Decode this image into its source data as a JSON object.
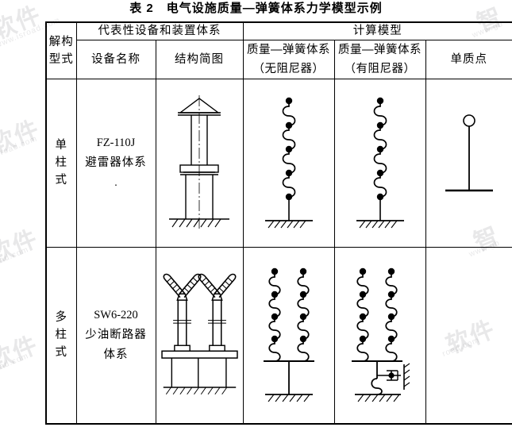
{
  "document": {
    "title": "表 2　电气设施质量—弹簧体系力学模型示例",
    "table_label": "表 2",
    "table_caption": "电气设施质量—弹簧体系力学模型示例"
  },
  "watermarks": [
    {
      "text": "软件",
      "url": "www.isroad.com"
    },
    {
      "text": "智",
      "url": "www.gb"
    },
    {
      "text": "软件",
      "url": "isroad.com"
    },
    {
      "text": "软件",
      "url": "road.com"
    },
    {
      "text": "智",
      "url": "www.gb"
    }
  ],
  "table": {
    "header": {
      "group_left_label": "解构型式",
      "group_left_lines": [
        "解构",
        "型式"
      ],
      "group_left_chars": [
        "解",
        "构",
        "型",
        "式"
      ],
      "group_equipment": "代表性设备和装置体系",
      "group_model": "计算模型",
      "col_equipment_name": "设备名称",
      "col_structure_diagram": "结构简图",
      "col_spring_no_damper_line1": "质量—弹簧体系",
      "col_spring_no_damper_line2": "（无阻尼器）",
      "col_spring_with_damper_line1": "质量—弹簧体系",
      "col_spring_with_damper_line2": "（有阻尼器）",
      "col_single_mass": "单质点"
    },
    "rows": [
      {
        "type_chars": [
          "单",
          "柱",
          "式"
        ],
        "type_label": "单柱式",
        "equipment_code": "FZ-110J",
        "equipment_name_cn": "避雷器体系",
        "equipment_trailing_dot": ".",
        "structure_diagram": "single-column-arrester-diagram",
        "spring_no_damper": "single-chain-4-springs-5-masses",
        "spring_with_damper": "single-chain-4-springs-5-masses",
        "single_mass": "single-mass-point-on-post"
      },
      {
        "type_chars": [
          "多",
          "柱",
          "式"
        ],
        "type_label": "多柱式",
        "equipment_code": "SW6-220",
        "equipment_name_cn_line1": "少油断路器",
        "equipment_name_cn_line2": "体系",
        "structure_diagram": "multi-column-breaker-diagram",
        "spring_no_damper": "double-chain-springs-on-rigid-bar",
        "spring_with_damper": "double-chain-springs-with-dashpot",
        "single_mass": ""
      }
    ]
  },
  "colors": {
    "line": "#000000",
    "background": "#ffffff",
    "watermark": "#8c8c91"
  }
}
